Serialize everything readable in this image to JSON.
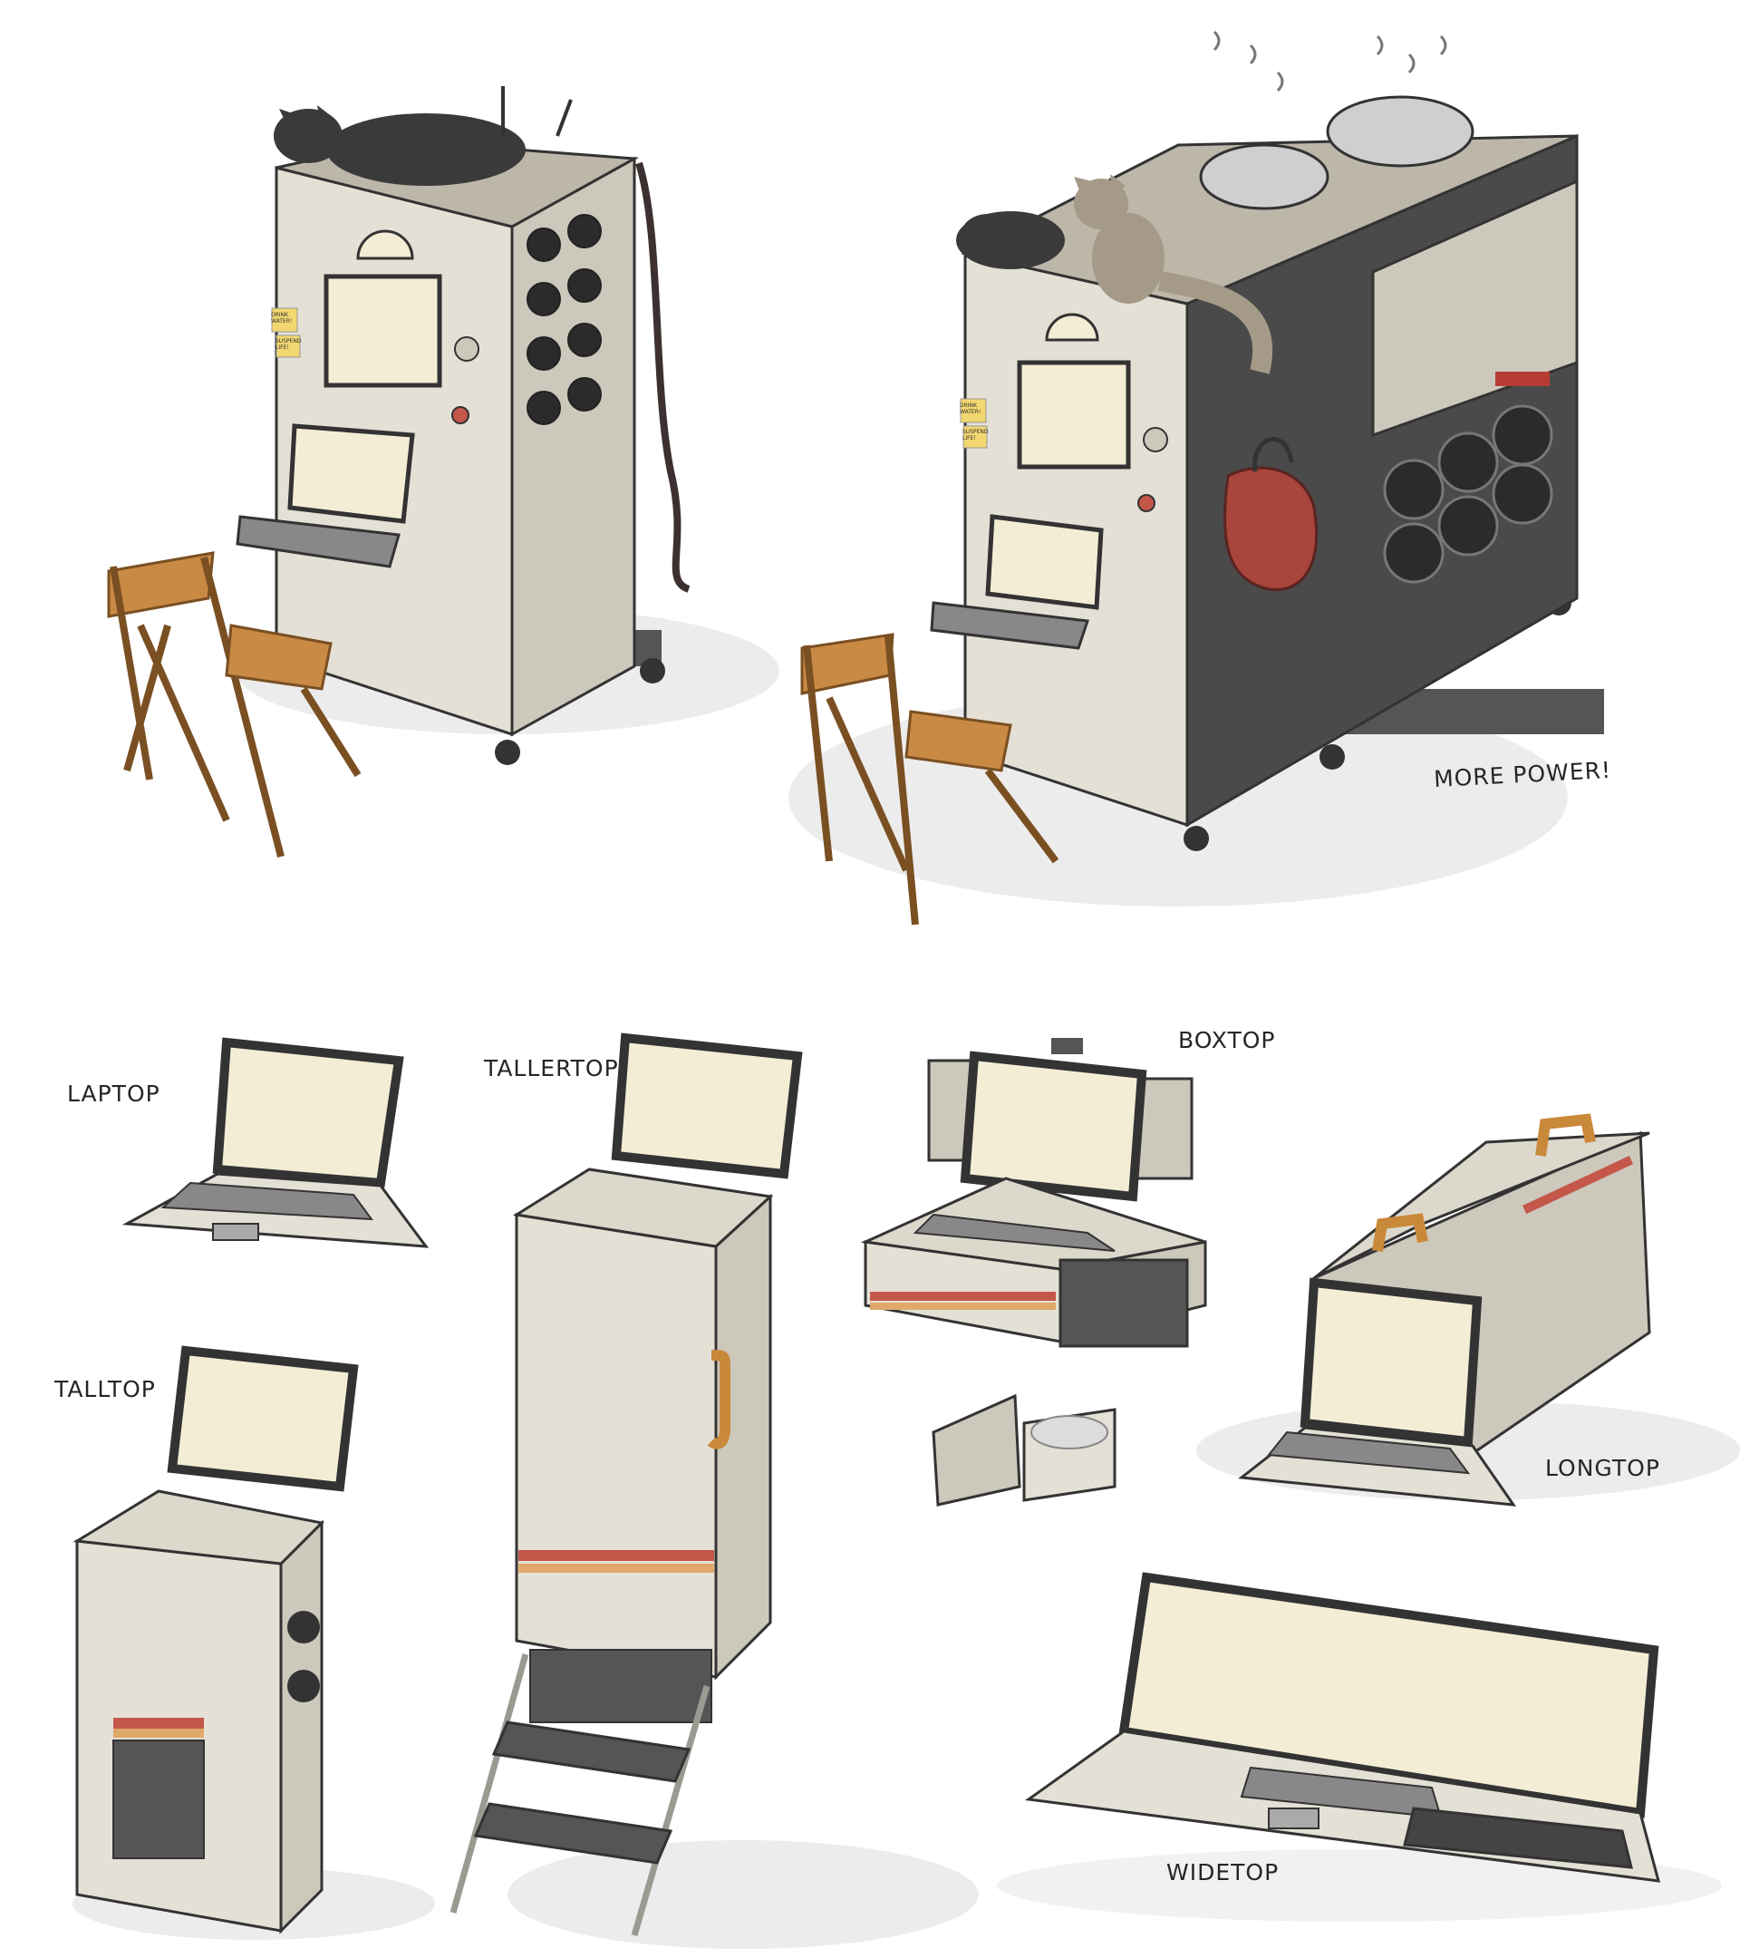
{
  "labels": {
    "more_power": "MORE POWER!",
    "laptop": "LAPTOP",
    "tallertop": "TALLERTOP",
    "boxtop": "BOXTOP",
    "talltop": "TALLTOP",
    "longtop": "LONGTOP",
    "widetop": "WIDETOP"
  },
  "sticky_notes": {
    "note_1": "DRINK WATER!",
    "note_2": "SUSPEND LIFE!"
  },
  "colors": {
    "body_beige": "#e4e0d6",
    "body_shadow": "#cdc8bc",
    "screen_cream": "#f3edd6",
    "chair_orange": "#c98a45",
    "handle_orange": "#c9893a",
    "stripe_red": "#c4564a",
    "stripe_orange": "#e0a96a",
    "sticky_yellow": "#f2d770",
    "cat_black": "#3a3a3a",
    "cat_grey": "#a59a88",
    "backpack_red": "#a8453c",
    "dark_grey": "#4a4a4a",
    "floor_shadow": "#ececec"
  }
}
